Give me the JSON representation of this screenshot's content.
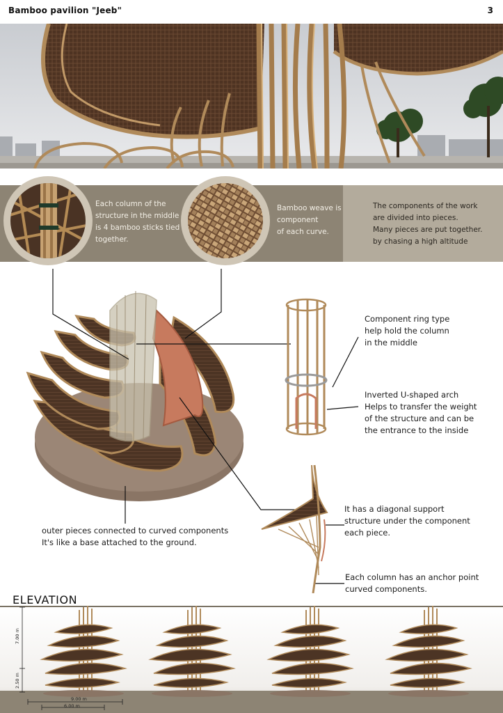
{
  "header": {
    "title": "Bamboo pavilion \"Jeeb\"",
    "page_number": "3"
  },
  "captions": {
    "column": [
      "Each column of the",
      "structure in the middle",
      "is 4 bamboo sticks tied",
      "together."
    ],
    "weave": [
      "Bamboo weave is",
      "component",
      "of each curve."
    ],
    "components": [
      "The components of the work",
      "are divided into pieces.",
      "Many pieces are put together.",
      "by chasing a high altitude"
    ]
  },
  "notes": {
    "ring": [
      "Component ring type",
      "help hold the column",
      "in the middle"
    ],
    "arch": [
      "Inverted U-shaped arch",
      "Helps to transfer the weight",
      "of the structure and can be",
      "the entrance to the inside"
    ],
    "outer": [
      "outer pieces connected to curved components",
      "It's like a base attached to the ground."
    ],
    "diagonal": [
      "It has a diagonal support",
      "structure under the component",
      "each piece."
    ],
    "anchor": [
      "Each column has an anchor point",
      "curved components."
    ]
  },
  "elevation": {
    "title": "ELEVATION",
    "dims": {
      "height_total": "7.00 m",
      "height_base": "2.50 m",
      "width_total": "9.00 m",
      "width_inner": "6.00 m"
    }
  },
  "colors": {
    "band": "#8d8474",
    "band_light": "#b3ab9c",
    "bamboo": "#b08a5a",
    "weave": "#5a3a25",
    "terracotta": "#c77a5e",
    "ground": "#8a7565"
  }
}
